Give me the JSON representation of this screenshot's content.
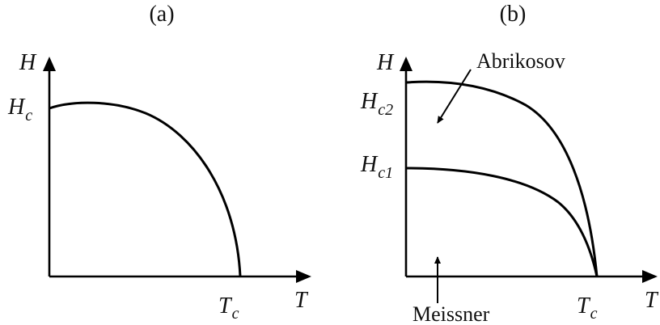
{
  "panel_a": {
    "title": "(a)",
    "y_axis": "H",
    "x_axis": "T",
    "hc_main": "H",
    "hc_sub": "c",
    "tc_main": "T",
    "tc_sub": "c"
  },
  "panel_b": {
    "title": "(b)",
    "y_axis": "H",
    "x_axis": "T",
    "hc2_main": "H",
    "hc2_sub": "c2",
    "hc1_main": "H",
    "hc1_sub": "c1",
    "tc_main": "T",
    "tc_sub": "c",
    "abrikosov_label": "Abrikosov",
    "meissner_label": "Meissner"
  }
}
